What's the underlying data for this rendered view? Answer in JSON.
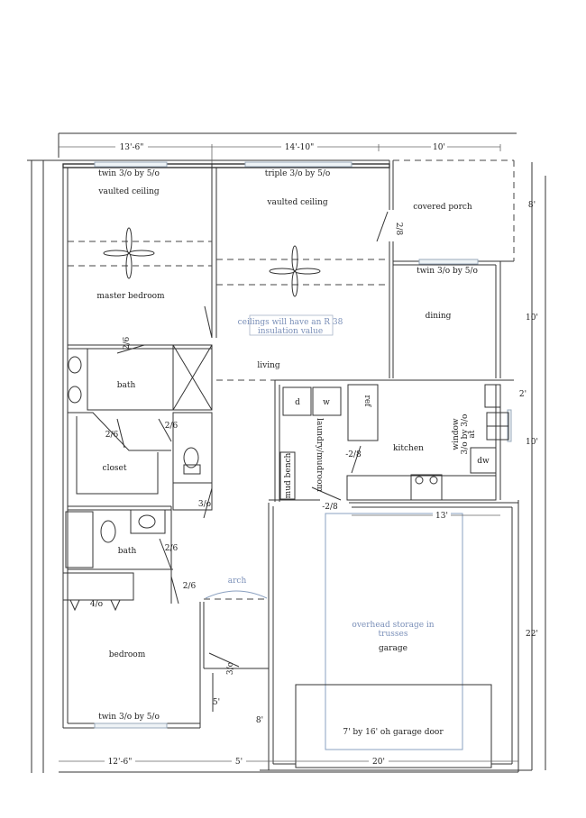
{
  "dimensions": {
    "top": [
      "13'-6\"",
      "14'-10\"",
      "10'"
    ],
    "bottom": [
      "12'-6\"",
      "5'",
      "20'"
    ],
    "right": [
      "8'",
      "10'",
      "2'",
      "10'",
      "22'"
    ],
    "garage_width": "13'",
    "entry_left": "5'",
    "entry_right": "8'"
  },
  "windows": {
    "master": "twin 3/o by 5/o",
    "living": "triple 3/o by 5/o",
    "dining": "twin 3/o by 5/o",
    "bedroom": "twin 3/o by 5/o",
    "kitchen": [
      "window",
      "3/o by 3/o",
      "at"
    ]
  },
  "rooms": {
    "master_vaulted": "vaulted ceiling",
    "living_vaulted": "vaulted ceiling",
    "covered_porch": "covered porch",
    "master_bedroom": "master bedroom",
    "dining": "dining",
    "living": "living",
    "master_bath": "bath",
    "closet": "closet",
    "kitchen": "kitchen",
    "laundry": "laundry/mudroom",
    "mud_bench": "mud bench",
    "bath": "bath",
    "bedroom": "bedroom",
    "garage": "garage",
    "arch": "arch"
  },
  "appliances": {
    "dryer": "d",
    "washer": "w",
    "fridge": "ref",
    "dishwasher": "dw"
  },
  "notes": {
    "insulation": [
      "ceilings will have an R 38",
      "insulation value"
    ],
    "storage": [
      "overhead storage in",
      "trusses"
    ],
    "garage_door": "7' by 16' oh garage door"
  },
  "doors": {
    "porch": "2/8",
    "master": "2/6",
    "bath_closet": "2/6",
    "toilet": "2/6",
    "linen": "3/o",
    "bath2": "2/6",
    "bedroom": "2/6",
    "closet2": "4/o",
    "kitchen": "-2/8",
    "garage": "-2/8",
    "entry": "3/o"
  }
}
